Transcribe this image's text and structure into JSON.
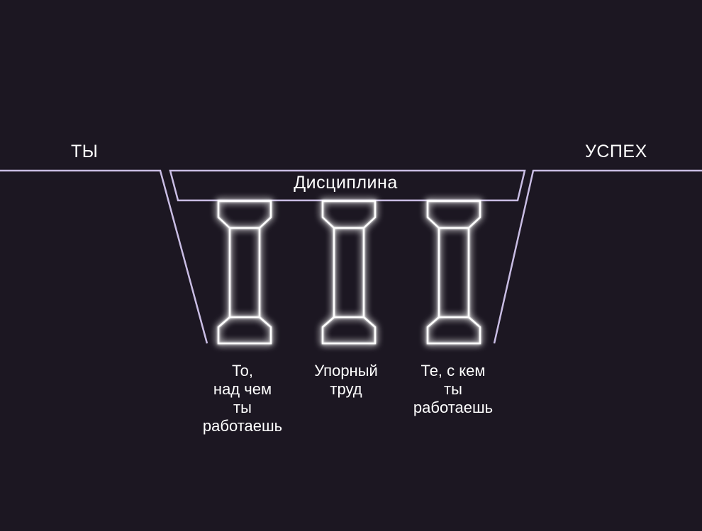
{
  "diagram": {
    "left_label": "ТЫ",
    "right_label": "УСПЕХ",
    "beam_label": "Дисциплина",
    "pillars": [
      {
        "lines": [
          "То,",
          "над чем",
          "ты",
          "работаешь"
        ]
      },
      {
        "lines": [
          "Упорный",
          "труд"
        ]
      },
      {
        "lines": [
          "Те, с кем",
          "ты",
          "работаешь"
        ]
      }
    ]
  },
  "colors": {
    "background": "#1c1722",
    "line": "#c9bde4",
    "glow": "#ffffff",
    "text": "#ffffff"
  }
}
